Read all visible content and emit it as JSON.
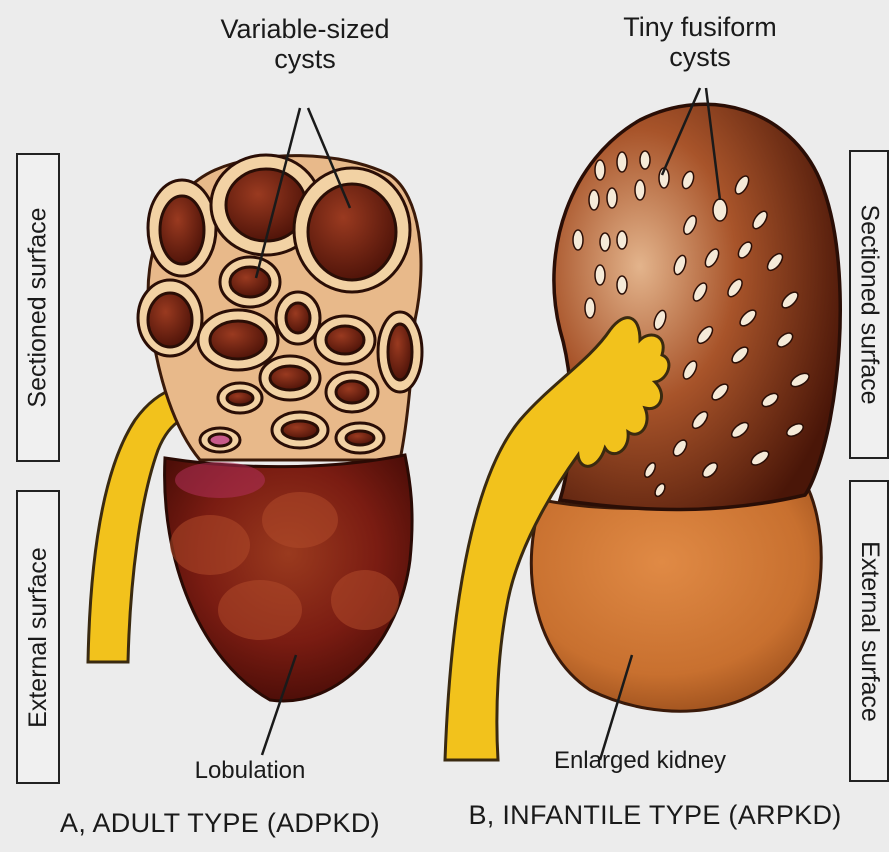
{
  "labels": {
    "variable_sized": "Variable-sized",
    "cysts_left": "cysts",
    "tiny_fusiform": "Tiny fusiform",
    "cysts_right": "cysts",
    "lobulation": "Lobulation",
    "enlarged_kidney": "Enlarged kidney"
  },
  "captions": {
    "adult": "A, ADULT TYPE (ADPKD)",
    "infantile": "B, INFANTILE TYPE (ARPKD)"
  },
  "side_labels": {
    "left_sectioned": "Sectioned surface",
    "left_external": "External surface",
    "right_sectioned": "Sectioned surface",
    "right_external": "External surface"
  },
  "colors": {
    "ureter": "#f2c21c",
    "cyst_wall": "#f2d2a4",
    "cyst_cavity": "#6a1f10",
    "adult_external": "#7a1c12",
    "infantile_external": "#c8702f",
    "infantile_cortex": "#a8542a"
  }
}
